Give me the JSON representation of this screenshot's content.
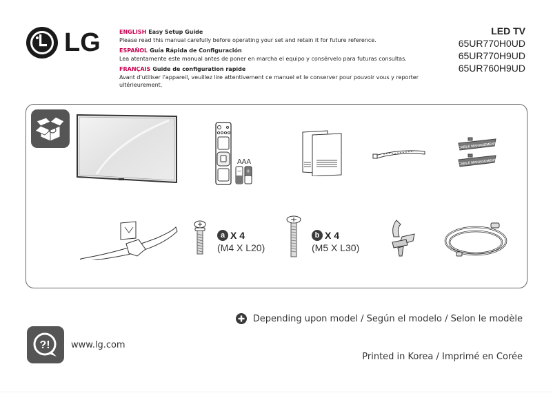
{
  "brand": {
    "logo_text": "LG"
  },
  "intro": {
    "sections": [
      {
        "lang": "ENGLISH",
        "title": "Easy Setup Guide",
        "body": "Please read this manual carefully before operating your set and retain it for future reference."
      },
      {
        "lang": "ESPAÑOL",
        "title": "Guía Rápida de Configuración",
        "body": "Lea atentamente este manual antes de poner en marcha el equipo y consérvelo para futuras consultas."
      },
      {
        "lang": "FRANÇAIS",
        "title": "Guide de configuration rapide",
        "body": "Avant d'utiliser l'appareil, veuillez lire attentivement ce manuel et le conserver pour pouvoir vous y reporter ultérieurement."
      }
    ]
  },
  "product": {
    "type": "LED TV",
    "models": [
      "65UR770H0UD",
      "65UR770H9UD",
      "65UR760H9UD"
    ]
  },
  "components": {
    "items": [
      {
        "name": "TV",
        "icon": "tv-icon"
      },
      {
        "name": "Remote control",
        "icon": "remote-control-icon"
      },
      {
        "name": "Batteries",
        "label": "AAA",
        "icon": "battery-icon"
      },
      {
        "name": "Manuals",
        "icon": "manual-icon"
      },
      {
        "name": "Cable tie",
        "icon": "cable-tie-icon"
      },
      {
        "name": "Cable management",
        "label": "CABLE MANAGEMENT",
        "icon": "cable-management-icon"
      },
      {
        "name": "Stand",
        "icon": "stand-icon"
      },
      {
        "name": "Screw a",
        "badge": "a",
        "qty": "X 4",
        "spec": "(M4 X L20)",
        "icon": "screw-icon"
      },
      {
        "name": "Screw b",
        "badge": "b",
        "qty": "X 4",
        "spec": "(M5 X L30)",
        "icon": "screw-icon"
      },
      {
        "name": "Cable holder",
        "icon": "cable-holder-icon"
      },
      {
        "name": "Power cord",
        "icon": "power-cord-icon"
      }
    ]
  },
  "footer": {
    "note": "Depending upon model / Según el modelo / Selon le modèle",
    "website": "www.lg.com",
    "printed": "Printed in Korea / Imprimé en Corée"
  },
  "colors": {
    "accent": "#c8004f",
    "icon_bg": "#555555",
    "border": "#666666"
  }
}
